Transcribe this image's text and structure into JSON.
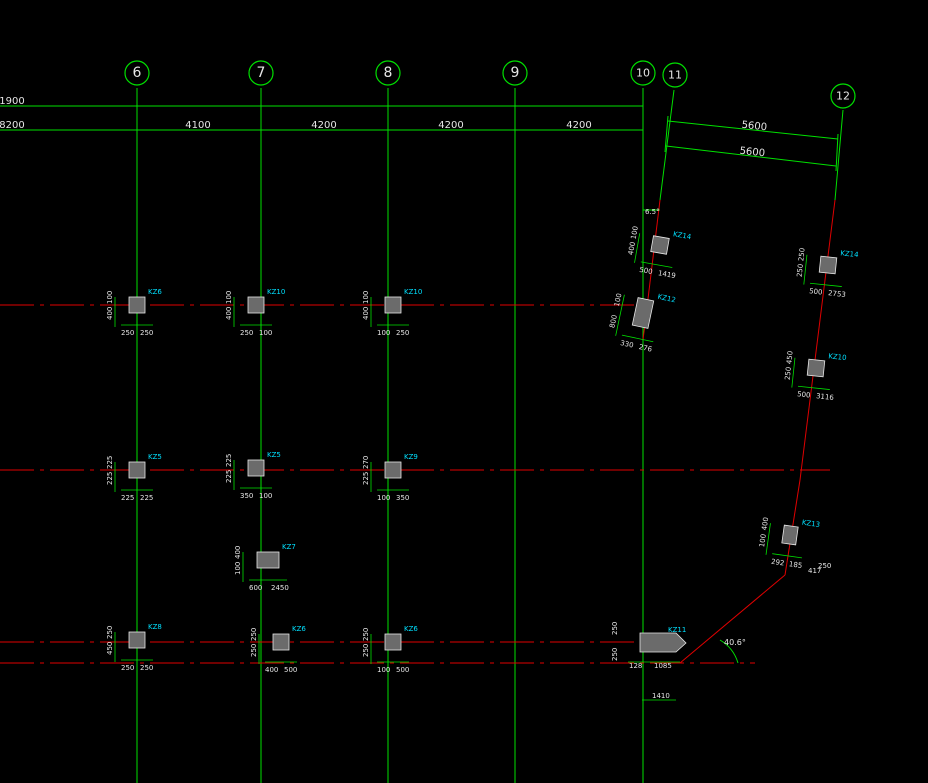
{
  "grid_axes": [
    "6",
    "7",
    "8",
    "9",
    "10",
    "11",
    "12"
  ],
  "top_dims": {
    "row1_left": "1900",
    "row2_left": "8200",
    "spans": [
      "4100",
      "4200",
      "4200",
      "4200"
    ],
    "span_11_12_a": "5600",
    "span_11_12_b": "5600",
    "angle_small": "6.5°"
  },
  "angle_bottom": "40.6°",
  "columns": [
    {
      "label": "KZ6",
      "d1": "100",
      "d2": "400",
      "d3": "250",
      "d4": "250"
    },
    {
      "label": "KZ10",
      "d1": "100",
      "d2": "400",
      "d3": "250",
      "d4": "100"
    },
    {
      "label": "KZ10",
      "d1": "100",
      "d2": "400",
      "d3": "100",
      "d4": "250"
    },
    {
      "label": "KZ12",
      "d1": "100",
      "d2": "800",
      "d3": "330",
      "d4": "276"
    },
    {
      "label": "KZ14",
      "d1": "100",
      "d2": "400",
      "d3": "500",
      "d4": "1419"
    },
    {
      "label": "KZ14",
      "d1": "250",
      "d2": "250",
      "d3": "500",
      "d4": "2753"
    },
    {
      "label": "KZ10",
      "d1": "450",
      "d2": "250",
      "d3": "500",
      "d4": "3116"
    },
    {
      "label": "KZ5",
      "d1": "225",
      "d2": "225",
      "d3": "225",
      "d4": "225"
    },
    {
      "label": "KZ5",
      "d1": "225",
      "d2": "225",
      "d3": "350",
      "d4": "100"
    },
    {
      "label": "KZ9",
      "d1": "270",
      "d2": "225",
      "d3": "100",
      "d4": "350"
    },
    {
      "label": "KZ7",
      "d1": "400",
      "d2": "100",
      "d3": "600",
      "d4": "2450"
    },
    {
      "label": "KZ13",
      "d1": "400",
      "d2": "100",
      "d3": "292",
      "d4": "185"
    },
    {
      "label": "KZ8",
      "d1": "250",
      "d2": "450",
      "d3": "250",
      "d4": "250"
    },
    {
      "label": "KZ6",
      "d1": "250",
      "d2": "250",
      "d3": "400",
      "d4": "500"
    },
    {
      "label": "KZ6",
      "d1": "250",
      "d2": "250",
      "d3": "100",
      "d4": "500"
    },
    {
      "label": "KZ11",
      "d1": "250",
      "d2": "250",
      "d3": "128",
      "d4": "1085"
    }
  ],
  "kz13_extra": [
    "250",
    "417"
  ],
  "kz11_extra": "1410"
}
